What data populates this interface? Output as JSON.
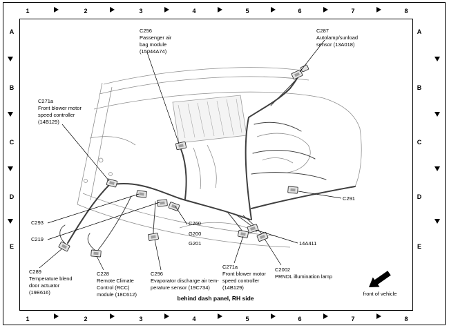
{
  "page": {
    "caption": "behind dash panel, RH side",
    "front_of_vehicle": "front of vehicle"
  },
  "grid": {
    "top": [
      "1",
      "2",
      "3",
      "4",
      "5",
      "6",
      "7",
      "8"
    ],
    "bottom": [
      "1",
      "2",
      "3",
      "4",
      "5",
      "6",
      "7",
      "8"
    ],
    "left": [
      "A",
      "B",
      "C",
      "D",
      "E"
    ],
    "right": [
      "A",
      "B",
      "C",
      "D",
      "E"
    ]
  },
  "callouts": [
    {
      "id": "C256",
      "text": "C256\nPassenger air\nbag module\n(15044A74)"
    },
    {
      "id": "C287",
      "text": "C287\nAutolamp/sunload\nsensor (13A018)"
    },
    {
      "id": "C271a-left",
      "text": "C271a\nFront blower motor\nspeed controller\n(14B129)"
    },
    {
      "id": "C291",
      "text": "C291"
    },
    {
      "id": "C293",
      "text": "C293"
    },
    {
      "id": "C219",
      "text": "C219"
    },
    {
      "id": "C260-G200-G201",
      "text": "C260\nG200\nG201"
    },
    {
      "id": "14A411",
      "text": "14A411"
    },
    {
      "id": "C289",
      "text": "C289\nTemperature blend\ndoor actuator\n(19E616)"
    },
    {
      "id": "C228",
      "text": "C228\nRemote Climate\nControl (RCC)\nmodule (18C612)"
    },
    {
      "id": "C296",
      "text": "C296\nEvaporator discharge air tem-\nperature sensor (19C734)"
    },
    {
      "id": "C271a-bottom",
      "text": "C271a\nFront blower motor\nspeed controller\n(14B129)"
    },
    {
      "id": "C2002",
      "text": "C2002\nPRNDL illumination lamp"
    }
  ]
}
